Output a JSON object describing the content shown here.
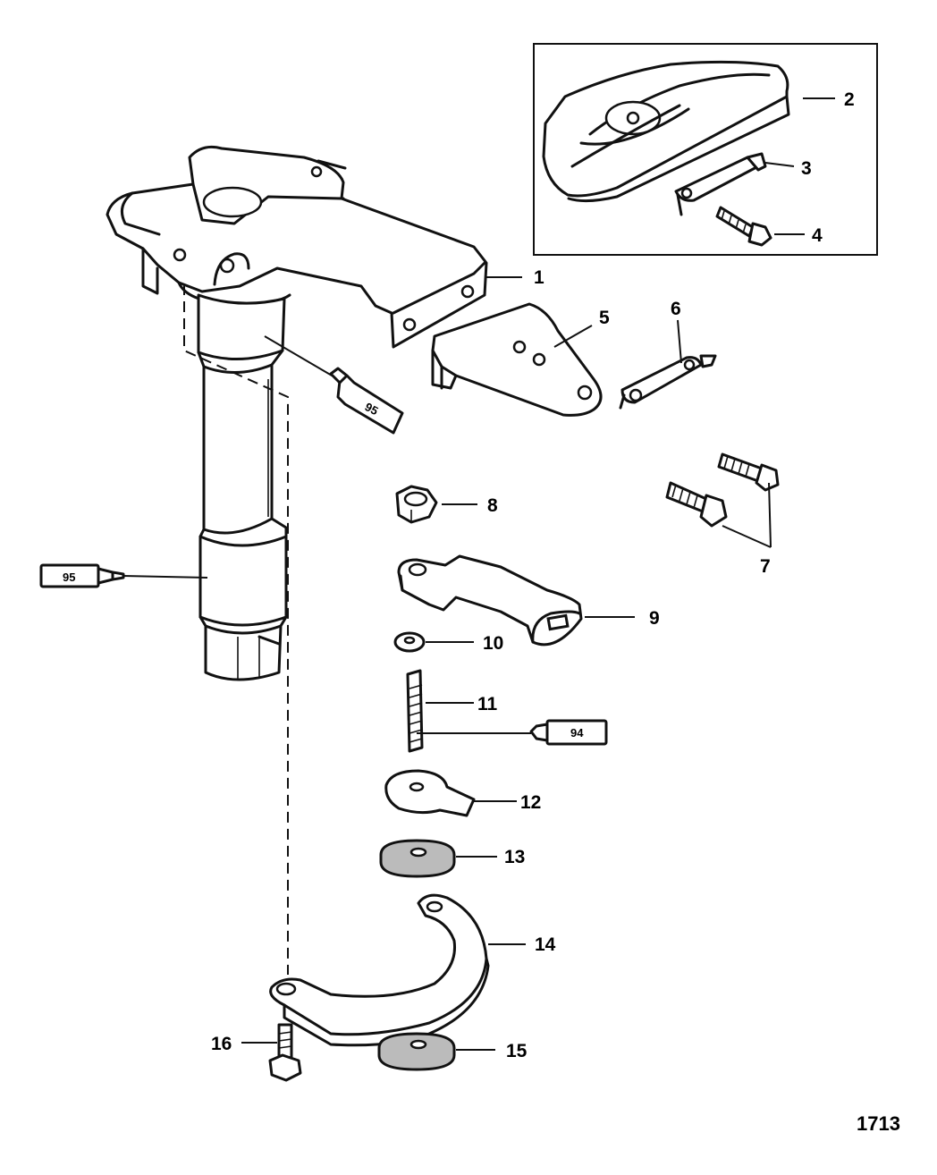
{
  "figure": {
    "number": "1713"
  },
  "callouts": [
    {
      "id": "p1",
      "label": "1"
    },
    {
      "id": "p2",
      "label": "2"
    },
    {
      "id": "p3",
      "label": "3"
    },
    {
      "id": "p4",
      "label": "4"
    },
    {
      "id": "p5",
      "label": "5"
    },
    {
      "id": "p6",
      "label": "6"
    },
    {
      "id": "p7",
      "label": "7"
    },
    {
      "id": "p8",
      "label": "8"
    },
    {
      "id": "p9",
      "label": "9"
    },
    {
      "id": "p10",
      "label": "10"
    },
    {
      "id": "p11",
      "label": "11"
    },
    {
      "id": "p12",
      "label": "12"
    },
    {
      "id": "p13",
      "label": "13"
    },
    {
      "id": "p14",
      "label": "14"
    },
    {
      "id": "p15",
      "label": "15"
    },
    {
      "id": "p16",
      "label": "16"
    }
  ],
  "lubricant_tubes": [
    {
      "id": "tube-upper",
      "label": "95"
    },
    {
      "id": "tube-left",
      "label": "95"
    },
    {
      "id": "tube-right",
      "label": "94"
    }
  ]
}
